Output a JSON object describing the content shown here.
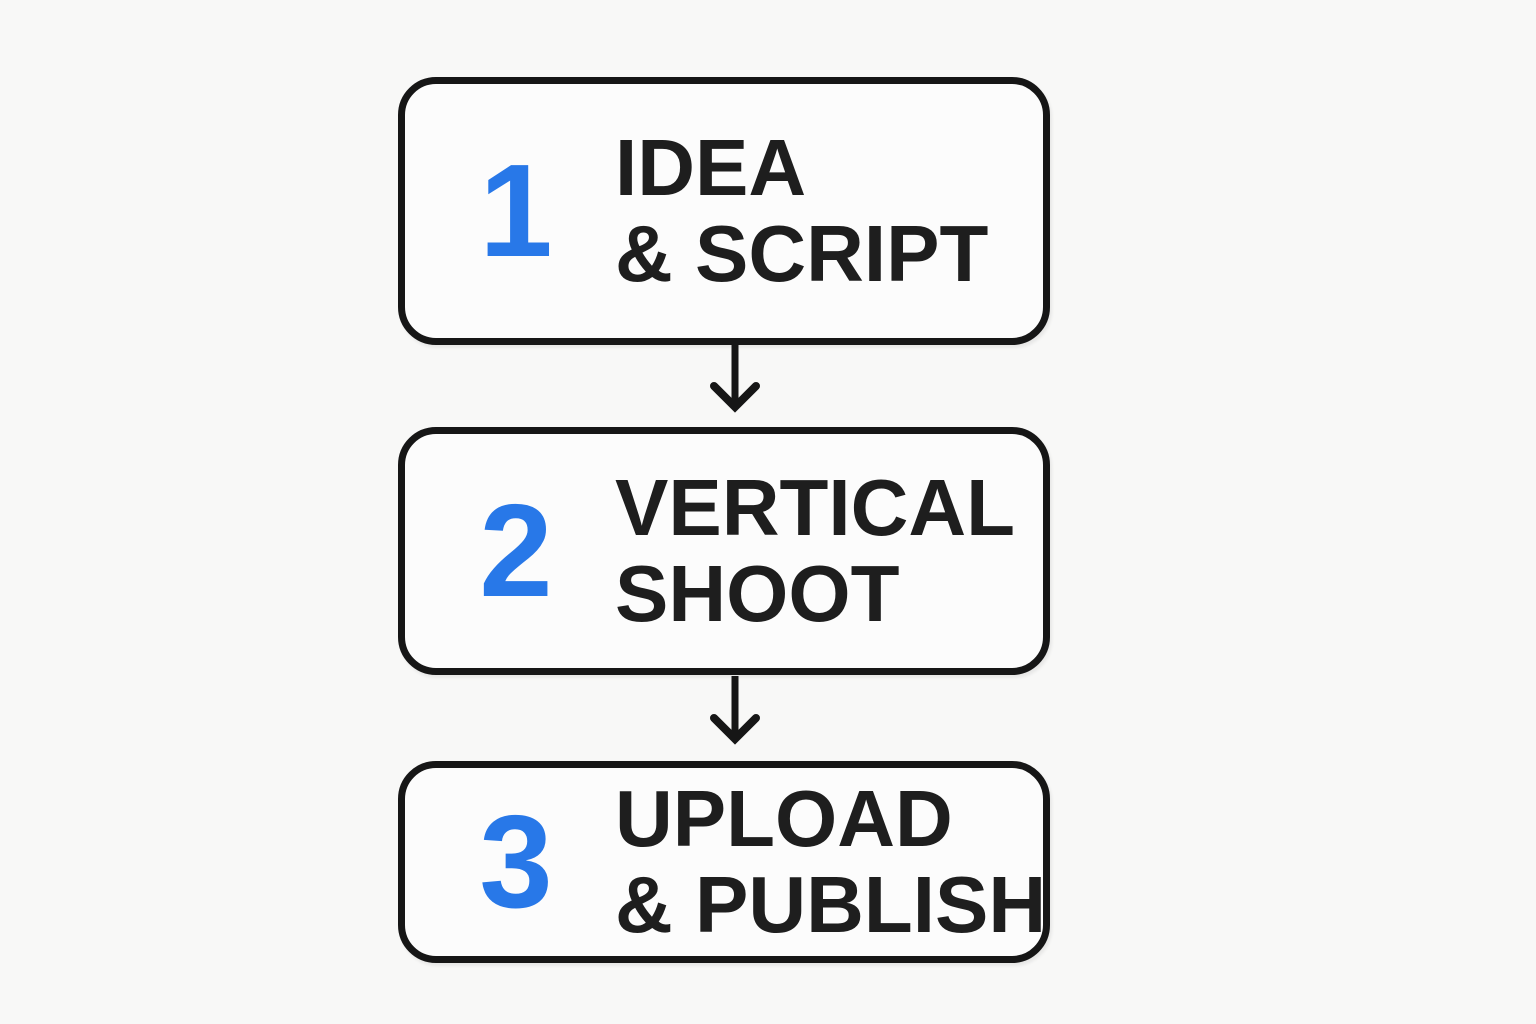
{
  "diagram": {
    "type": "flowchart",
    "direction": "vertical",
    "steps": [
      {
        "number": "1",
        "line1": "IDEA",
        "line2": "& SCRIPT"
      },
      {
        "number": "2",
        "line1": "VERTICAL",
        "line2": "SHOOT"
      },
      {
        "number": "3",
        "line1": "UPLOAD",
        "line2": "& PUBLISH"
      }
    ],
    "connector": "down-arrow"
  },
  "colors": {
    "accent_blue": "#2878e8",
    "box_border": "#161616",
    "text": "#1e1e1e",
    "background": "#f8f8f7",
    "box_background": "#fcfcfc"
  }
}
